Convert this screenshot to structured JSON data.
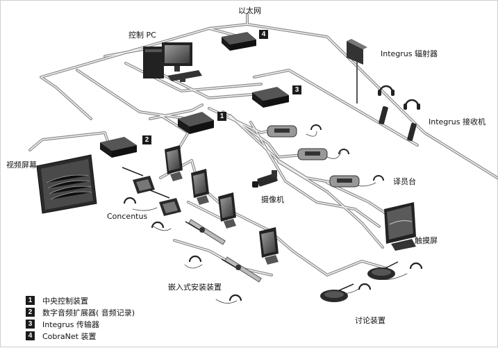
{
  "labels": {
    "ethernet": "以太网",
    "control_pc": "控制 PC",
    "integrus_radiator": "Integrus 辐射器",
    "integrus_receiver": "Integrus 接收机",
    "video_screen": "视频屏幕",
    "interpreter_desk": "译员台",
    "camera": "摄像机",
    "concentus": "Concentus",
    "touch_screen": "触摸屏",
    "flush_mounted": "嵌入式安装装置",
    "discussion": "讨论装置"
  },
  "callouts": {
    "n1": "1",
    "n2": "2",
    "n3": "3",
    "n4": "4"
  },
  "legend": [
    {
      "num": "1",
      "text": "中央控制装置"
    },
    {
      "num": "2",
      "text": "数字音频扩展器( 音频记录)"
    },
    {
      "num": "3",
      "text": "Integrus 传输器"
    },
    {
      "num": "4",
      "text": "CobraNet 装置"
    }
  ]
}
